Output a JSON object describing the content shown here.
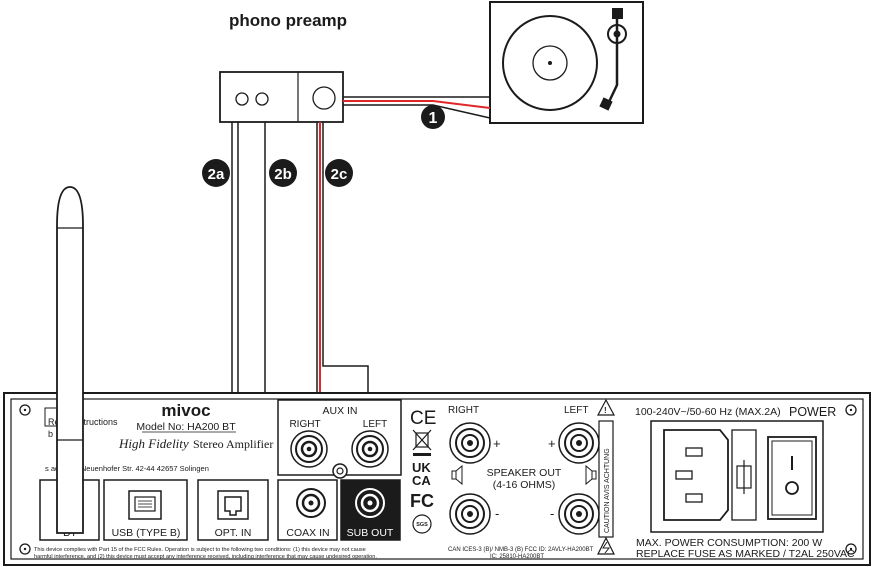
{
  "labels": {
    "phono_preamp": "phono preamp",
    "callout_1": "1",
    "callout_2a": "2a",
    "callout_2b": "2b",
    "callout_2c": "2c"
  },
  "panel": {
    "brand": "mivoc",
    "model": "Model No: HA200 BT",
    "product_line_italic": "High Fidelity",
    "product_line_rest": "Stereo Amplifier",
    "manual_note_1": "Read instructions",
    "manual_note_2": "b",
    "address": "s            ade e.K.   Neuenhofer Str. 42-44   42657 Solingen",
    "ports": {
      "bt": "BT",
      "usb": "USB (TYPE B)",
      "opt": "OPT. IN",
      "coax": "COAX IN",
      "sub": "SUB OUT"
    },
    "aux": {
      "title": "AUX IN",
      "right": "RIGHT",
      "left": "LEFT"
    },
    "speaker": {
      "right": "RIGHT",
      "left": "LEFT",
      "label_1": "SPEAKER OUT",
      "label_2": "(4-16 OHMS)",
      "plus": "+",
      "minus": "-"
    },
    "certs": {
      "ce": "CE",
      "ukca_1": "UK",
      "ukca_2": "CA",
      "fc": "FC",
      "sgs": "SGS"
    },
    "caution_vertical": "CAUTION AVIS ACHTUNG",
    "power": {
      "rating": "100-240V~/50-60 Hz (MAX.2A)",
      "title": "POWER",
      "consumption": "MAX. POWER CONSUMPTION: 200 W",
      "fuse": "REPLACE FUSE AS MARKED / T2AL 250VAC"
    },
    "fcc_1": "This device complies with Part 15 of the FCC Rules. Operation is subject to the following two conditions: (1) this device may not cause",
    "fcc_2": "harmful interference, and (2) this device must accept any interference received, including interference that may cause undesired operation.",
    "can_ices": "CAN ICES-3 (B)/ NMB-3 (B)   FCC ID: 2AVLY-HA200BT",
    "ic": "IC: 25810-HA200BT"
  },
  "colors": {
    "line": "#1b1b1b",
    "red_wire": "#e0282a",
    "background": "#ffffff"
  }
}
